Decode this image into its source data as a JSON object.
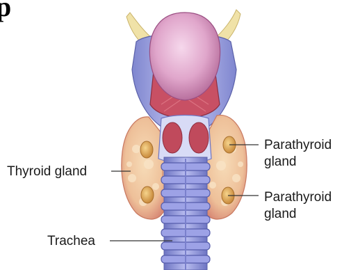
{
  "heading_fragment": "p",
  "labels": {
    "thyroid_gland": "Thyroid gland",
    "trachea": "Trachea",
    "parathyroid_upper_line1": "Parathyroid",
    "parathyroid_upper_line2": "gland",
    "parathyroid_lower_line1": "Parathyroid",
    "parathyroid_lower_line2": "gland"
  },
  "colors": {
    "thyroid_lobe": "#f2c9a0",
    "parathyroid": "#e9b35a",
    "cartilage": "#8e95d8",
    "thyroid_cartilage": "#c85064",
    "epiglottis": "#e4b0d0",
    "hyoid_horn": "#f0e2a8",
    "leader_line": "#333333"
  }
}
